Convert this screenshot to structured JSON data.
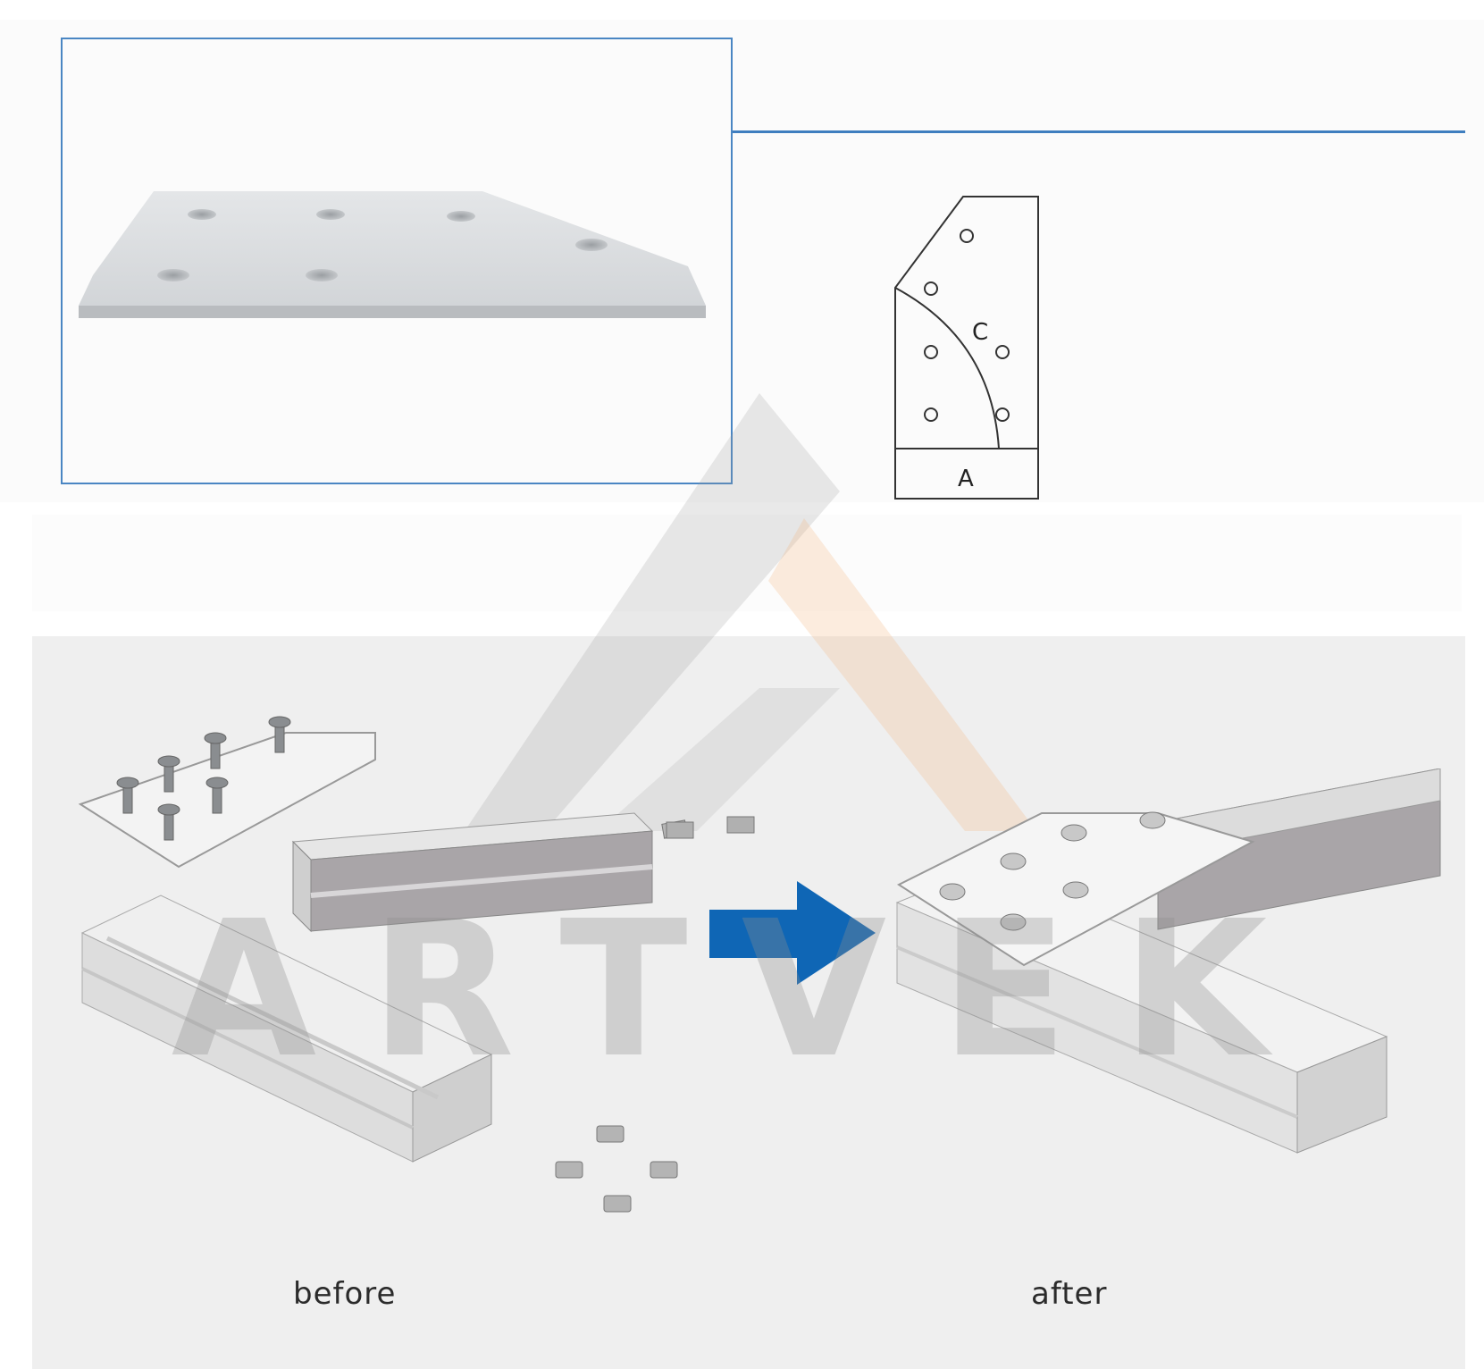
{
  "diagram": {
    "dimension_labels": {
      "arc": "C",
      "base": "A"
    }
  },
  "captions": {
    "before": "before",
    "after": "after"
  },
  "watermark": {
    "brand": "ARTVEK"
  },
  "colors": {
    "frame_blue": "#4a86c3",
    "arrow_blue": "#0f66b5",
    "watermark_gray": "#9a9a9a",
    "watermark_orange": "#f3b27a",
    "aluminium": "#d8dadc"
  },
  "icons": {
    "direction": "right-arrow-icon"
  }
}
